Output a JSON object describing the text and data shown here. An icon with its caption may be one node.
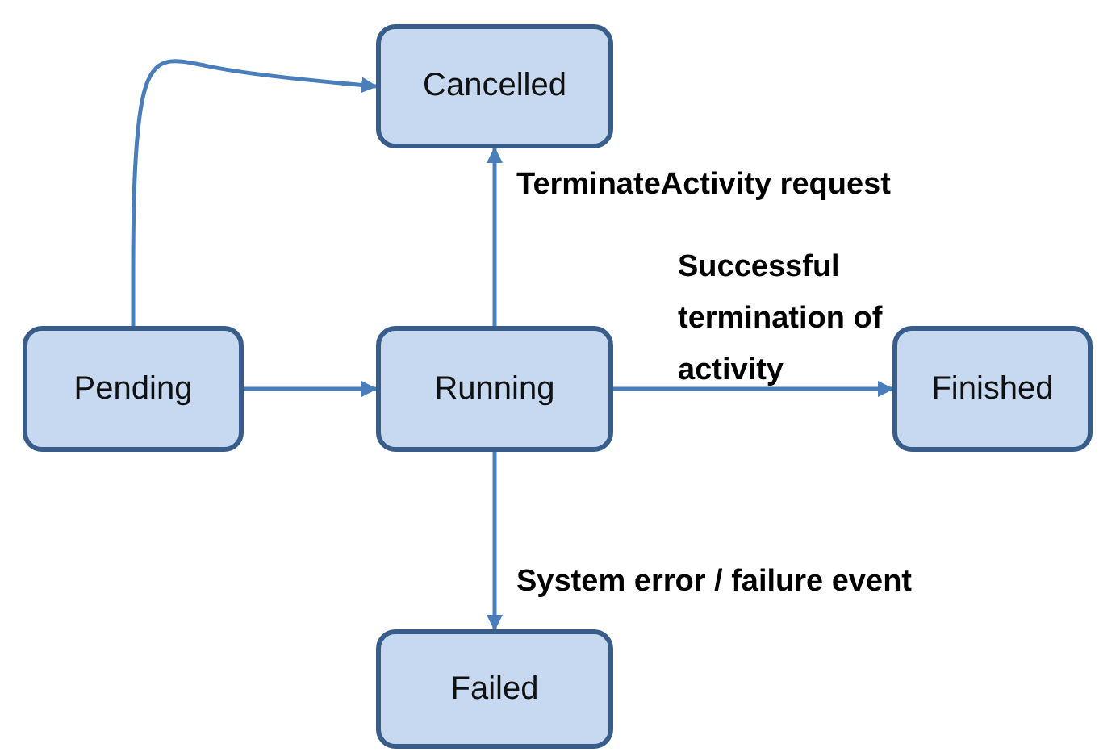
{
  "diagram": {
    "nodes": [
      {
        "text": [
          "Cancelled"
        ]
      },
      {
        "text": [
          "Pending"
        ]
      },
      {
        "text": [
          "Running"
        ]
      },
      {
        "text": [
          "Finished"
        ]
      },
      {
        "text": [
          "Failed"
        ]
      }
    ],
    "edges": [
      {
        "from": 1,
        "to": 0,
        "arrow": "to"
      },
      {
        "from": 1,
        "to": 2,
        "arrow": "to"
      },
      {
        "from": 2,
        "to": 0,
        "arrow": "to",
        "label": "TerminateActivity request"
      },
      {
        "from": 2,
        "to": 3,
        "arrow": "to",
        "label": "Successful termination of activity"
      },
      {
        "from": 2,
        "to": 4,
        "arrow": "to",
        "label": "System error / failure event"
      }
    ]
  }
}
